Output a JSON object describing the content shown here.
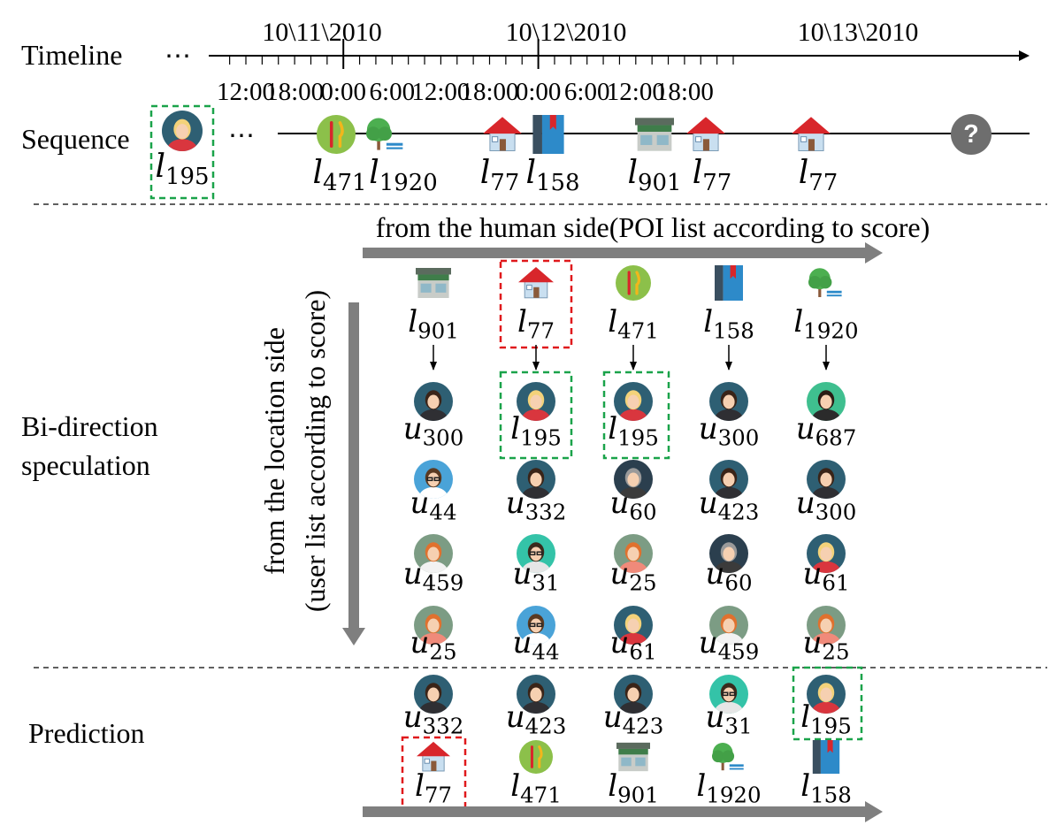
{
  "timeline": {
    "label": "Timeline",
    "ellipsis": "⋯",
    "dates": [
      "10\\11\\2010",
      "10\\12\\2010",
      "10\\13\\2010"
    ],
    "hours": [
      "12:00",
      "18:00",
      "0:00",
      "6:00",
      "12:00",
      "18:00",
      "0:00",
      "6:00",
      "12:00",
      "18:00"
    ]
  },
  "sequence": {
    "label": "Sequence",
    "ellipsis": "⋯",
    "user": {
      "icon": "woman-blonde-avatar-icon",
      "base": "l",
      "sub": "195"
    },
    "items": [
      {
        "icon": "restaurant-icon",
        "base": "l",
        "sub": "471"
      },
      {
        "icon": "park-bench-icon",
        "base": "l",
        "sub": "1920"
      },
      {
        "icon": "house-icon",
        "base": "l",
        "sub": "77"
      },
      {
        "icon": "book-icon",
        "base": "l",
        "sub": "158"
      },
      {
        "icon": "coffee-shop-icon",
        "base": "l",
        "sub": "901"
      },
      {
        "icon": "house-icon",
        "base": "l",
        "sub": "77"
      },
      {
        "icon": "house-icon",
        "base": "l",
        "sub": "77"
      }
    ],
    "unknown": {
      "icon": "question-mark-icon",
      "text": "?"
    }
  },
  "speculation": {
    "title_line1": "Bi-direction",
    "title_line2": "speculation",
    "human_side": "from the human side(POI list according to score)",
    "location_side_line1": "from the location side",
    "location_side_line2": "(user list according to score)",
    "columns": [
      {
        "poi": {
          "icon": "coffee-shop-icon",
          "base": "l",
          "sub": "901"
        },
        "users": [
          {
            "icon": "woman-dark-hair-avatar-icon",
            "base": "u",
            "sub": "300"
          },
          {
            "icon": "woman-glasses-avatar-icon",
            "base": "u",
            "sub": "44"
          },
          {
            "icon": "girl-pigtails-avatar-icon",
            "base": "u",
            "sub": "459"
          },
          {
            "icon": "woman-redhead-avatar-icon",
            "base": "u",
            "sub": "25"
          }
        ]
      },
      {
        "poi": {
          "icon": "house-icon",
          "base": "l",
          "sub": "77"
        },
        "users": [
          {
            "icon": "woman-blonde-avatar-icon",
            "base": "l",
            "sub": "195"
          },
          {
            "icon": "woman-dark-hair-avatar-icon",
            "base": "u",
            "sub": "332"
          },
          {
            "icon": "man-glasses-avatar-icon",
            "base": "u",
            "sub": "31"
          },
          {
            "icon": "woman-glasses-avatar-icon",
            "base": "u",
            "sub": "44"
          }
        ]
      },
      {
        "poi": {
          "icon": "restaurant-icon",
          "base": "l",
          "sub": "471"
        },
        "users": [
          {
            "icon": "woman-blonde-avatar-icon",
            "base": "l",
            "sub": "195"
          },
          {
            "icon": "elder-avatar-icon",
            "base": "u",
            "sub": "60"
          },
          {
            "icon": "woman-redhead-avatar-icon",
            "base": "u",
            "sub": "25"
          },
          {
            "icon": "woman-blonde-avatar-icon",
            "base": "u",
            "sub": "61"
          }
        ]
      },
      {
        "poi": {
          "icon": "book-icon",
          "base": "l",
          "sub": "158"
        },
        "users": [
          {
            "icon": "woman-dark-hair-avatar-icon",
            "base": "u",
            "sub": "300"
          },
          {
            "icon": "woman-dark-hair-avatar-icon",
            "base": "u",
            "sub": "423"
          },
          {
            "icon": "elder-avatar-icon",
            "base": "u",
            "sub": "60"
          },
          {
            "icon": "girl-pigtails-avatar-icon",
            "base": "u",
            "sub": "459"
          }
        ]
      },
      {
        "poi": {
          "icon": "park-bench-icon",
          "base": "l",
          "sub": "1920"
        },
        "users": [
          {
            "icon": "man-suit-avatar-icon",
            "base": "u",
            "sub": "687"
          },
          {
            "icon": "woman-dark-hair-avatar-icon",
            "base": "u",
            "sub": "300"
          },
          {
            "icon": "woman-blonde-avatar-icon",
            "base": "u",
            "sub": "61"
          },
          {
            "icon": "woman-redhead-avatar-icon",
            "base": "u",
            "sub": "25"
          }
        ]
      }
    ]
  },
  "prediction": {
    "label": "Prediction",
    "users": [
      {
        "icon": "woman-dark-hair-avatar-icon",
        "base": "u",
        "sub": "332"
      },
      {
        "icon": "woman-dark-hair-avatar-icon",
        "base": "u",
        "sub": "423"
      },
      {
        "icon": "woman-dark-hair-avatar-icon",
        "base": "u",
        "sub": "423"
      },
      {
        "icon": "man-glasses-avatar-icon",
        "base": "u",
        "sub": "31"
      },
      {
        "icon": "woman-blonde-avatar-icon",
        "base": "l",
        "sub": "195"
      }
    ],
    "pois": [
      {
        "icon": "house-icon",
        "base": "l",
        "sub": "77"
      },
      {
        "icon": "restaurant-icon",
        "base": "l",
        "sub": "471"
      },
      {
        "icon": "coffee-shop-icon",
        "base": "l",
        "sub": "901"
      },
      {
        "icon": "park-bench-icon",
        "base": "l",
        "sub": "1920"
      },
      {
        "icon": "book-icon",
        "base": "l",
        "sub": "158"
      }
    ]
  },
  "colors": {
    "highlight_user": "#1aa34a",
    "highlight_poi": "#e0191c",
    "arrow_gray": "#7f7f7f",
    "divider": "#000000"
  }
}
